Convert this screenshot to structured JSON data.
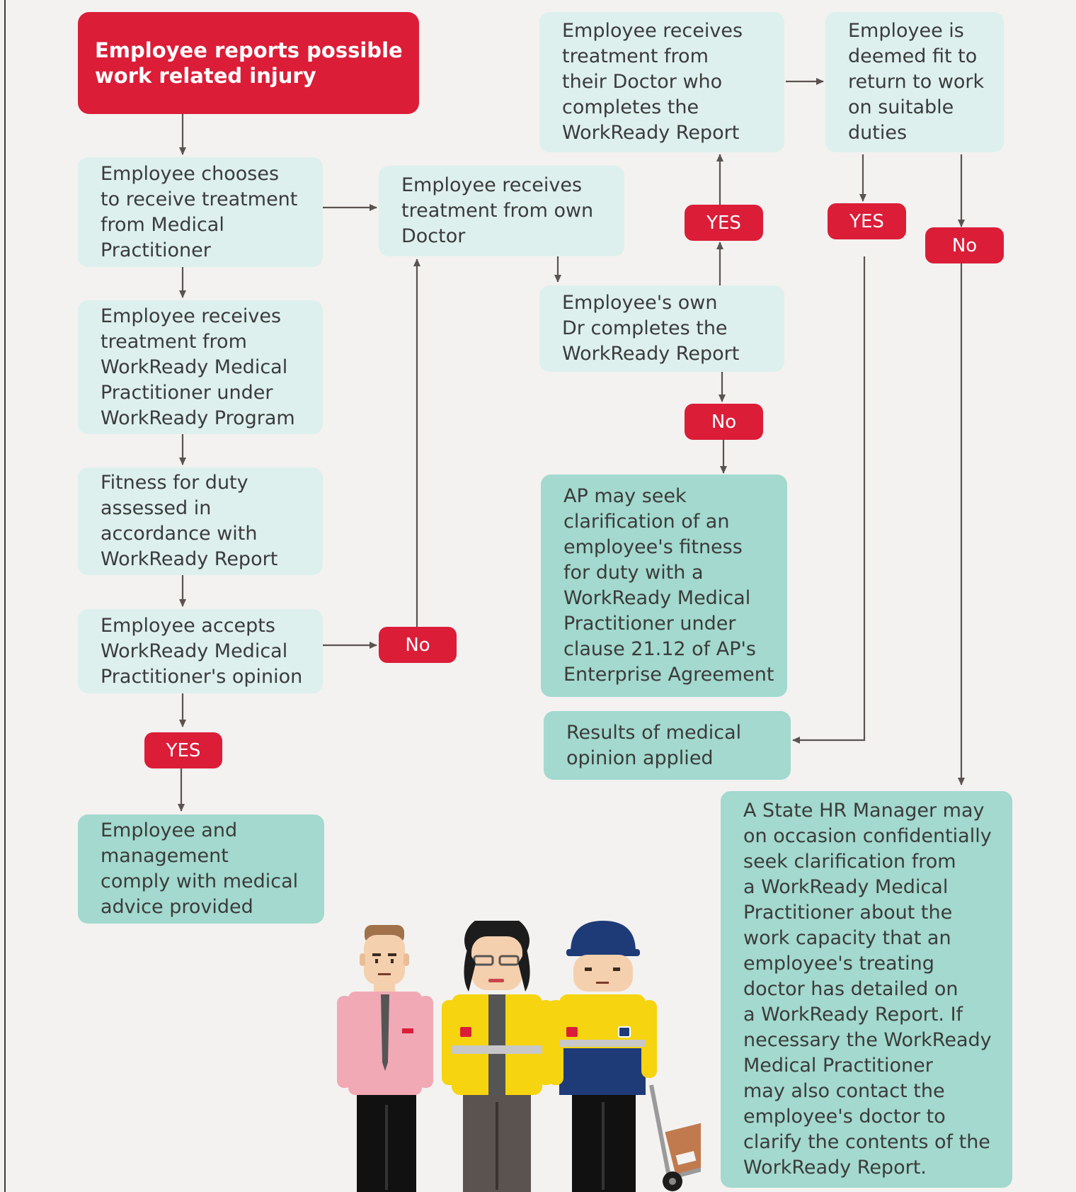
{
  "flow": {
    "start": "Employee reports possible\nwork related injury",
    "choose_medical": "Employee chooses\nto receive treatment\nfrom Medical\nPractitioner",
    "workready_treatment": "Employee receives\ntreatment from\nWorkReady Medical\nPractitioner under\nWorkReady Program",
    "fitness_assessed": "Fitness for duty\nassessed in\naccordance with\nWorkReady Report",
    "accepts_opinion": "Employee accepts\nWorkReady Medical\nPractitioner's opinion",
    "comply_advice": "Employee and\nmanagement\ncomply with medical\nadvice provided",
    "own_doctor_treatment": "Employee receives\ntreatment from own\nDoctor",
    "doctor_completes_report": "Employee receives\ntreatment from\ntheir Doctor who\ncompletes the\nWorkReady Report",
    "fit_to_return": "Employee is\ndeemed fit to\nreturn to work\non suitable\nduties",
    "own_dr_completes": "Employee's own\nDr completes the\nWorkReady Report",
    "ap_clarification": "AP may seek\nclarification of an\nemployee's fitness\nfor duty with a\nWorkReady Medical\nPractitioner under\nclause 21.12 of AP's\nEnterprise Agreement",
    "results_applied": "Results of medical\nopinion applied",
    "state_hr": "A State HR Manager may\non occasion confidentially\nseek clarification from\na WorkReady Medical\nPractitioner about the\nwork capacity that an\nemployee's treating\ndoctor has detailed on\na WorkReady Report. If\nnecessary the WorkReady\nMedical Practitioner\nmay also contact the\nemployee's doctor to\nclarify the contents of the\nWorkReady Report."
  },
  "decisions": {
    "yes_accept": "YES",
    "no_accept": "No",
    "yes_report": "YES",
    "no_report": "No",
    "yes_fit": "YES",
    "no_fit": "No"
  },
  "illustration": {
    "icons": [
      "man-in-pink-shirt",
      "woman-in-hi-vis-vest",
      "postal-worker-with-trolley"
    ]
  },
  "colors": {
    "red": "#db1d38",
    "light_box": "#ddf0ee",
    "teal_box": "#a3d9ce",
    "text": "#3b3b3b",
    "arrow": "#5b5350",
    "background": "#f3f2f0"
  }
}
